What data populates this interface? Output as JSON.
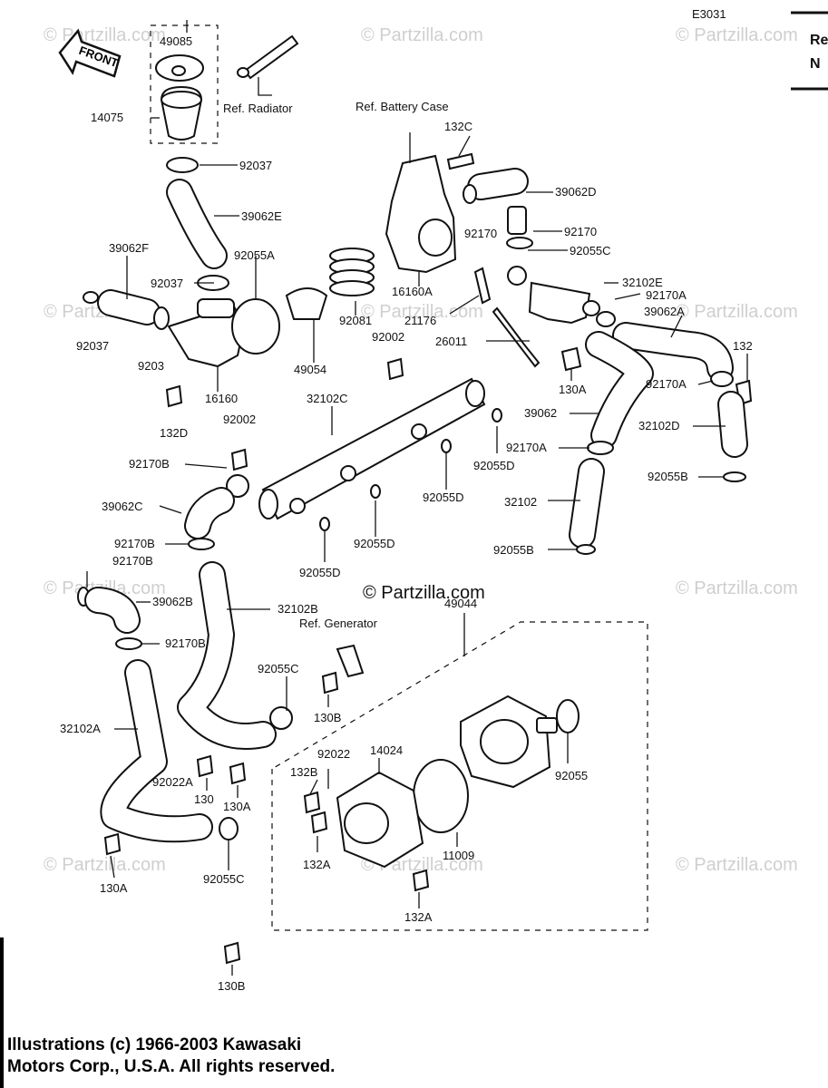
{
  "diagram_code": "E3031",
  "watermark": "© Partzilla.com",
  "center_watermark": "© Partzilla.com",
  "front_label": "FRONT",
  "corner_text": [
    "Re",
    "N"
  ],
  "labels": {
    "l49085": "49085",
    "l14075": "14075",
    "refRadiator": "Ref. Radiator",
    "refBattery": "Ref. Battery Case",
    "l132C": "132C",
    "l92037a": "92037",
    "l39062D": "39062D",
    "l39062E": "39062E",
    "l92170a": "92170",
    "l92170b": "92170",
    "l92055C_top": "92055C",
    "l39062F": "39062F",
    "l92055A": "92055A",
    "l92037b": "92037",
    "l92037c": "92037",
    "l92037d": "9203",
    "l16160A": "16160A",
    "l32102E": "32102E",
    "l92170A_top": "92170A",
    "l21176": "21176",
    "l92081": "92081",
    "l39062A": "39062A",
    "l26011": "26011",
    "l92002a": "92002",
    "l132": "132",
    "l49054": "49054",
    "l16160": "16160",
    "l130A_top": "130A",
    "l132D": "132D",
    "l32102C": "32102C",
    "l92170A_mid": "92170A",
    "l92002b": "92002",
    "l39062": "39062",
    "l32102D": "32102D",
    "l92170B_a": "92170B",
    "l92170A_low": "92170A",
    "l92055D_a": "92055D",
    "l92055B": "92055B",
    "l39062C": "39062C",
    "l92055D_b": "92055D",
    "l32102": "32102",
    "l92170B_b": "92170B",
    "l92055D_c": "92055D",
    "l92055B_low": "92055B",
    "l92170B_c": "92170B",
    "l92055D_d": "92055D",
    "l39062B": "39062B",
    "l32102B": "32102B",
    "l49044": "49044",
    "l92170B_d": "92170B",
    "refGenerator": "Ref. Generator",
    "l92055C_mid": "92055C",
    "l130B_mid": "130B",
    "l32102A": "32102A",
    "l92022": "92022",
    "l14024": "14024",
    "l92055": "92055",
    "l132B": "132B",
    "l92022A": "92022A",
    "l130": "130",
    "l130A_mid": "130A",
    "l132A_a": "132A",
    "l11009": "11009",
    "l130A_low": "130A",
    "l92055C_low": "92055C",
    "l132A_b": "132A",
    "l130B_low": "130B"
  },
  "footer": {
    "line1": "Illustrations (c) 1966-2003 Kawasaki",
    "line2": "Motors Corp., U.S.A.  All rights reserved."
  }
}
